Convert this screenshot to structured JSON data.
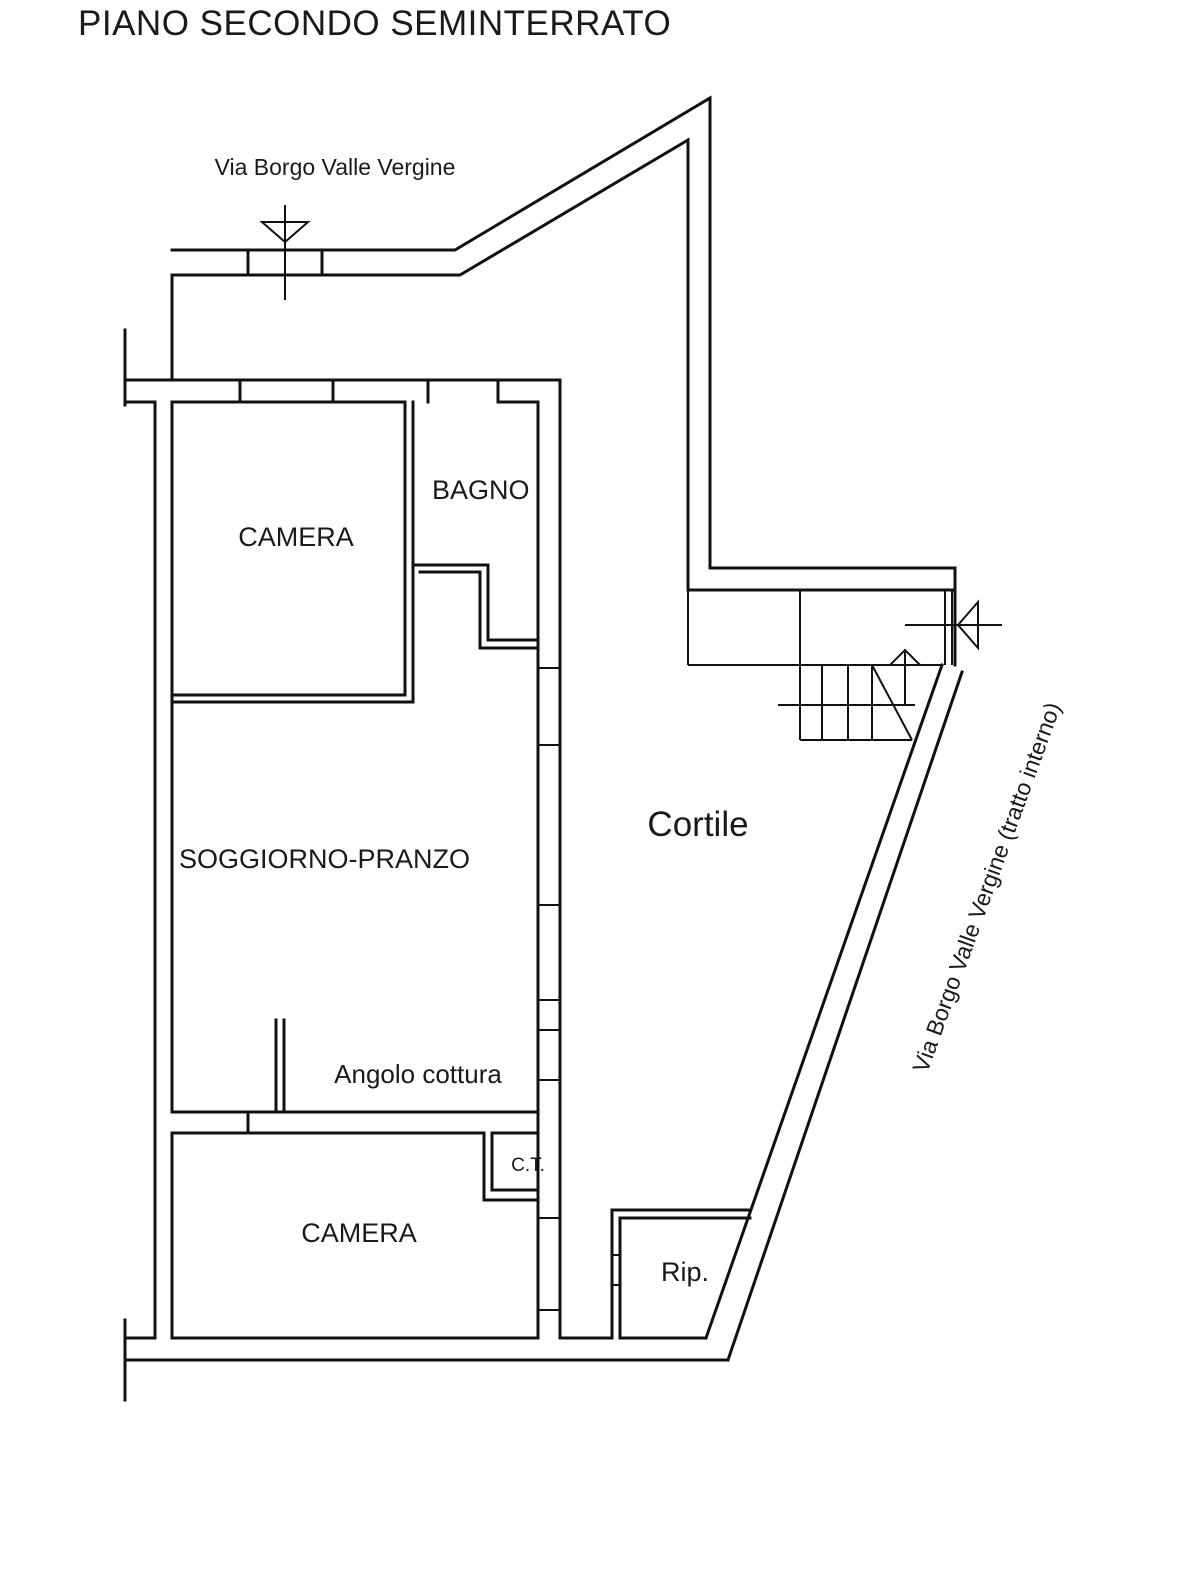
{
  "title": "PIANO SECONDO SEMINTERRATO",
  "streets": {
    "top": "Via Borgo Valle Vergine",
    "side": "Via Borgo Valle Vergine (tratto interno)"
  },
  "rooms": {
    "camera_top": "CAMERA",
    "bagno": "BAGNO",
    "soggiorno": "SOGGIORNO-PRANZO",
    "angolo": "Angolo cottura",
    "camera_bottom": "CAMERA",
    "ct": "C.T.",
    "cortile": "Cortile",
    "rip": "Rip."
  }
}
